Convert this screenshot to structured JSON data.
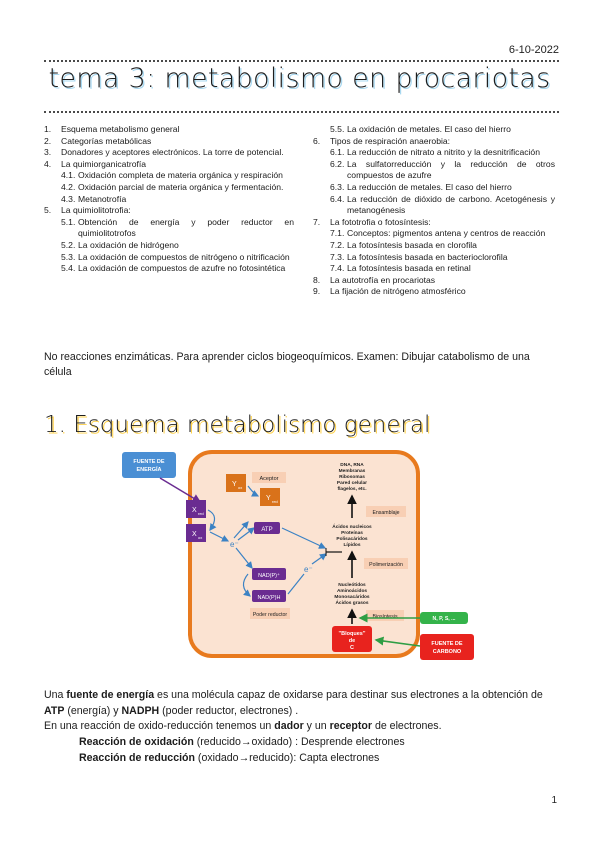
{
  "header": {
    "date": "6-10-2022",
    "title": "tema 3: metabolismo en procariotas"
  },
  "toc_left": [
    {
      "num": "1.",
      "text": "Esquema metabolismo general",
      "level": 1
    },
    {
      "num": "2.",
      "text": "Categorías metabólicas",
      "level": 1
    },
    {
      "num": "3.",
      "text": "Donadores y aceptores electrónicos. La torre de potencial.",
      "level": 1
    },
    {
      "num": "4.",
      "text": "La quimiorganicatrofía",
      "level": 1
    },
    {
      "num": "4.1.",
      "text": "Oxidación completa de materia orgánica y respiración",
      "level": 2
    },
    {
      "num": "4.2.",
      "text": "Oxidación parcial de materia orgánica y fermentación.",
      "level": 2
    },
    {
      "num": "4.3.",
      "text": "Metanotrofía",
      "level": 2
    },
    {
      "num": "5.",
      "text": "La quimiolitotrofia:",
      "level": 1
    },
    {
      "num": "5.1.",
      "text": "Obtención de energía y poder reductor en quimiolitotrofos",
      "level": 2
    },
    {
      "num": "5.2.",
      "text": "La oxidación de hidrógeno",
      "level": 2
    },
    {
      "num": "5.3.",
      "text": "La oxidación de compuestos de nitrógeno o nitrificación",
      "level": 2
    },
    {
      "num": "5.4.",
      "text": "La oxidación de compuestos de azufre no fotosintética",
      "level": 2
    }
  ],
  "toc_right": [
    {
      "num": "5.5.",
      "text": "La oxidación de metales. El caso del hierro",
      "level": 2
    },
    {
      "num": "6.",
      "text": "Tipos de respiración anaerobia:",
      "level": 1
    },
    {
      "num": "6.1.",
      "text": "La reducción de nitrato a nitrito y la desnitrificación",
      "level": 2
    },
    {
      "num": "6.2.",
      "text": "La sulfatorreducción y la reducción de otros compuestos de azufre",
      "level": 2
    },
    {
      "num": "6.3.",
      "text": "La reducción de metales. El caso del hierro",
      "level": 2
    },
    {
      "num": "6.4.",
      "text": "La reducción de dióxido de carbono. Acetogénesis y metanogénesis",
      "level": 2
    },
    {
      "num": "7.",
      "text": "La fototrofia o fotosíntesis:",
      "level": 1
    },
    {
      "num": "7.1.",
      "text": "Conceptos: pigmentos antena y centros de reacción",
      "level": 2
    },
    {
      "num": "7.2.",
      "text": "La fotosíntesis basada en clorofila",
      "level": 2
    },
    {
      "num": "7.3.",
      "text": "La fotosíntesis basada en bacterioclorofila",
      "level": 2
    },
    {
      "num": "7.4.",
      "text": "La fotosíntesis basada en retinal",
      "level": 2
    },
    {
      "num": "8.",
      "text": "La autotrofía en procariotas",
      "level": 1
    },
    {
      "num": "9.",
      "text": "La fijación de nitrógeno atmosférico",
      "level": 1
    }
  ],
  "intro_note": "No reacciones enzimáticas. Para aprender ciclos biogeoquímicos. Examen: Dibujar catabolismo de una célula",
  "section1_title": "1. Esquema metabolismo general",
  "diagram": {
    "fuente_energia": [
      "FUENTE DE",
      "ENERGÍA"
    ],
    "x_red": "X",
    "x_red_sub": "red",
    "x_ox": "X",
    "x_ox_sub": "ox",
    "y_ox": "Y",
    "y_ox_sub": "ox",
    "y_red": "Y",
    "y_red_sub": "red",
    "aceptor": "Aceptor",
    "atp": "ATP",
    "nadp_ox": "NAD(P)⁺",
    "nadph": "NAD(P)H",
    "poder_reductor": "Poder reductor",
    "electron_1": "e⁻",
    "electron_2": "e⁻",
    "top_list": [
      "DNA, RNA",
      "Membranas",
      "Ribosomas",
      "Pared celular",
      "flagelos, etc."
    ],
    "ensamblaje": "Ensamblaje",
    "mid_list": [
      "Ácidos nucleicos",
      "Proteínas",
      "Polisacáridos",
      "Lípidos"
    ],
    "polimerizacion": "Polimerización",
    "low_list": [
      "Nucleótidos",
      "Aminoácidos",
      "Monosacáridos",
      "Ácidos grasos"
    ],
    "biosintesis": "Biosíntesis",
    "bloques": [
      "\"Bloques\"",
      "de",
      "C"
    ],
    "nps": "N, P, S, ...",
    "fuente_carbono": [
      "FUENTE DE",
      "CARBONO"
    ],
    "colors": {
      "cell_fill": "#fbe3d2",
      "cell_border": "#e87a1e",
      "purple": "#6a2c91",
      "blue_box": "#4a8fd4",
      "orange": "#d9721a",
      "red": "#e8231e",
      "green": "#34b34a",
      "label_bg": "#f8cfb4"
    }
  },
  "paragraphs": {
    "p1_a": "Una ",
    "p1_b": "fuente de energía",
    "p1_c": " es una molécula capaz de oxidarse para destinar sus electrones a la obtención de ",
    "p1_d": "ATP",
    "p1_e": " (energía) y ",
    "p1_f": "NADPH",
    "p1_g": " (poder reductor, electrones) .",
    "p2_a": "En una reacción de oxido-reducción tenemos un ",
    "p2_b": "dador",
    "p2_c": " y un ",
    "p2_d": "receptor",
    "p2_e": " de electrones.",
    "p3_a": "Reacción de oxidación",
    "p3_b": " (reducido→oxidado) : Desprende electrones",
    "p4_a": "Reacción de reducción",
    "p4_b": " (oxidado→reducido): Capta electrones"
  },
  "page_number": "1"
}
